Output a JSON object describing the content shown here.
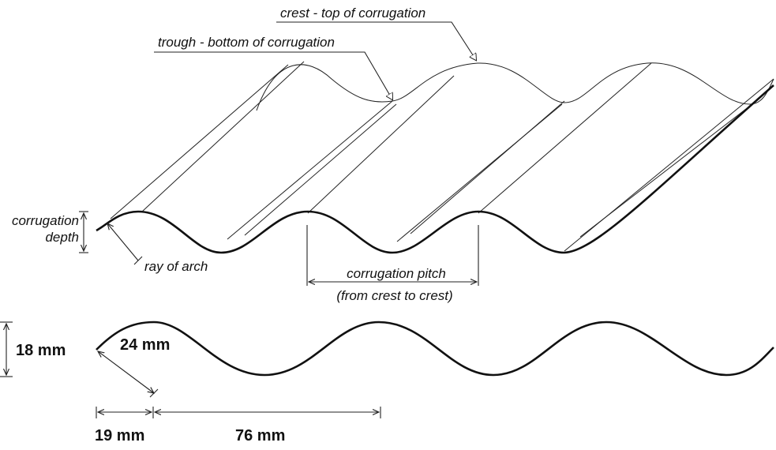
{
  "labels": {
    "crest": "crest - top of corrugation",
    "trough": "trough - bottom of corrugation",
    "depth_line1": "corrugation",
    "depth_line2": "depth",
    "ray": "ray of arch",
    "pitch_line1": "corrugation pitch",
    "pitch_line2": "(from crest to crest)"
  },
  "dimensions": {
    "height": "18 mm",
    "radius": "24 mm",
    "offset": "19 mm",
    "pitch": "76 mm"
  }
}
